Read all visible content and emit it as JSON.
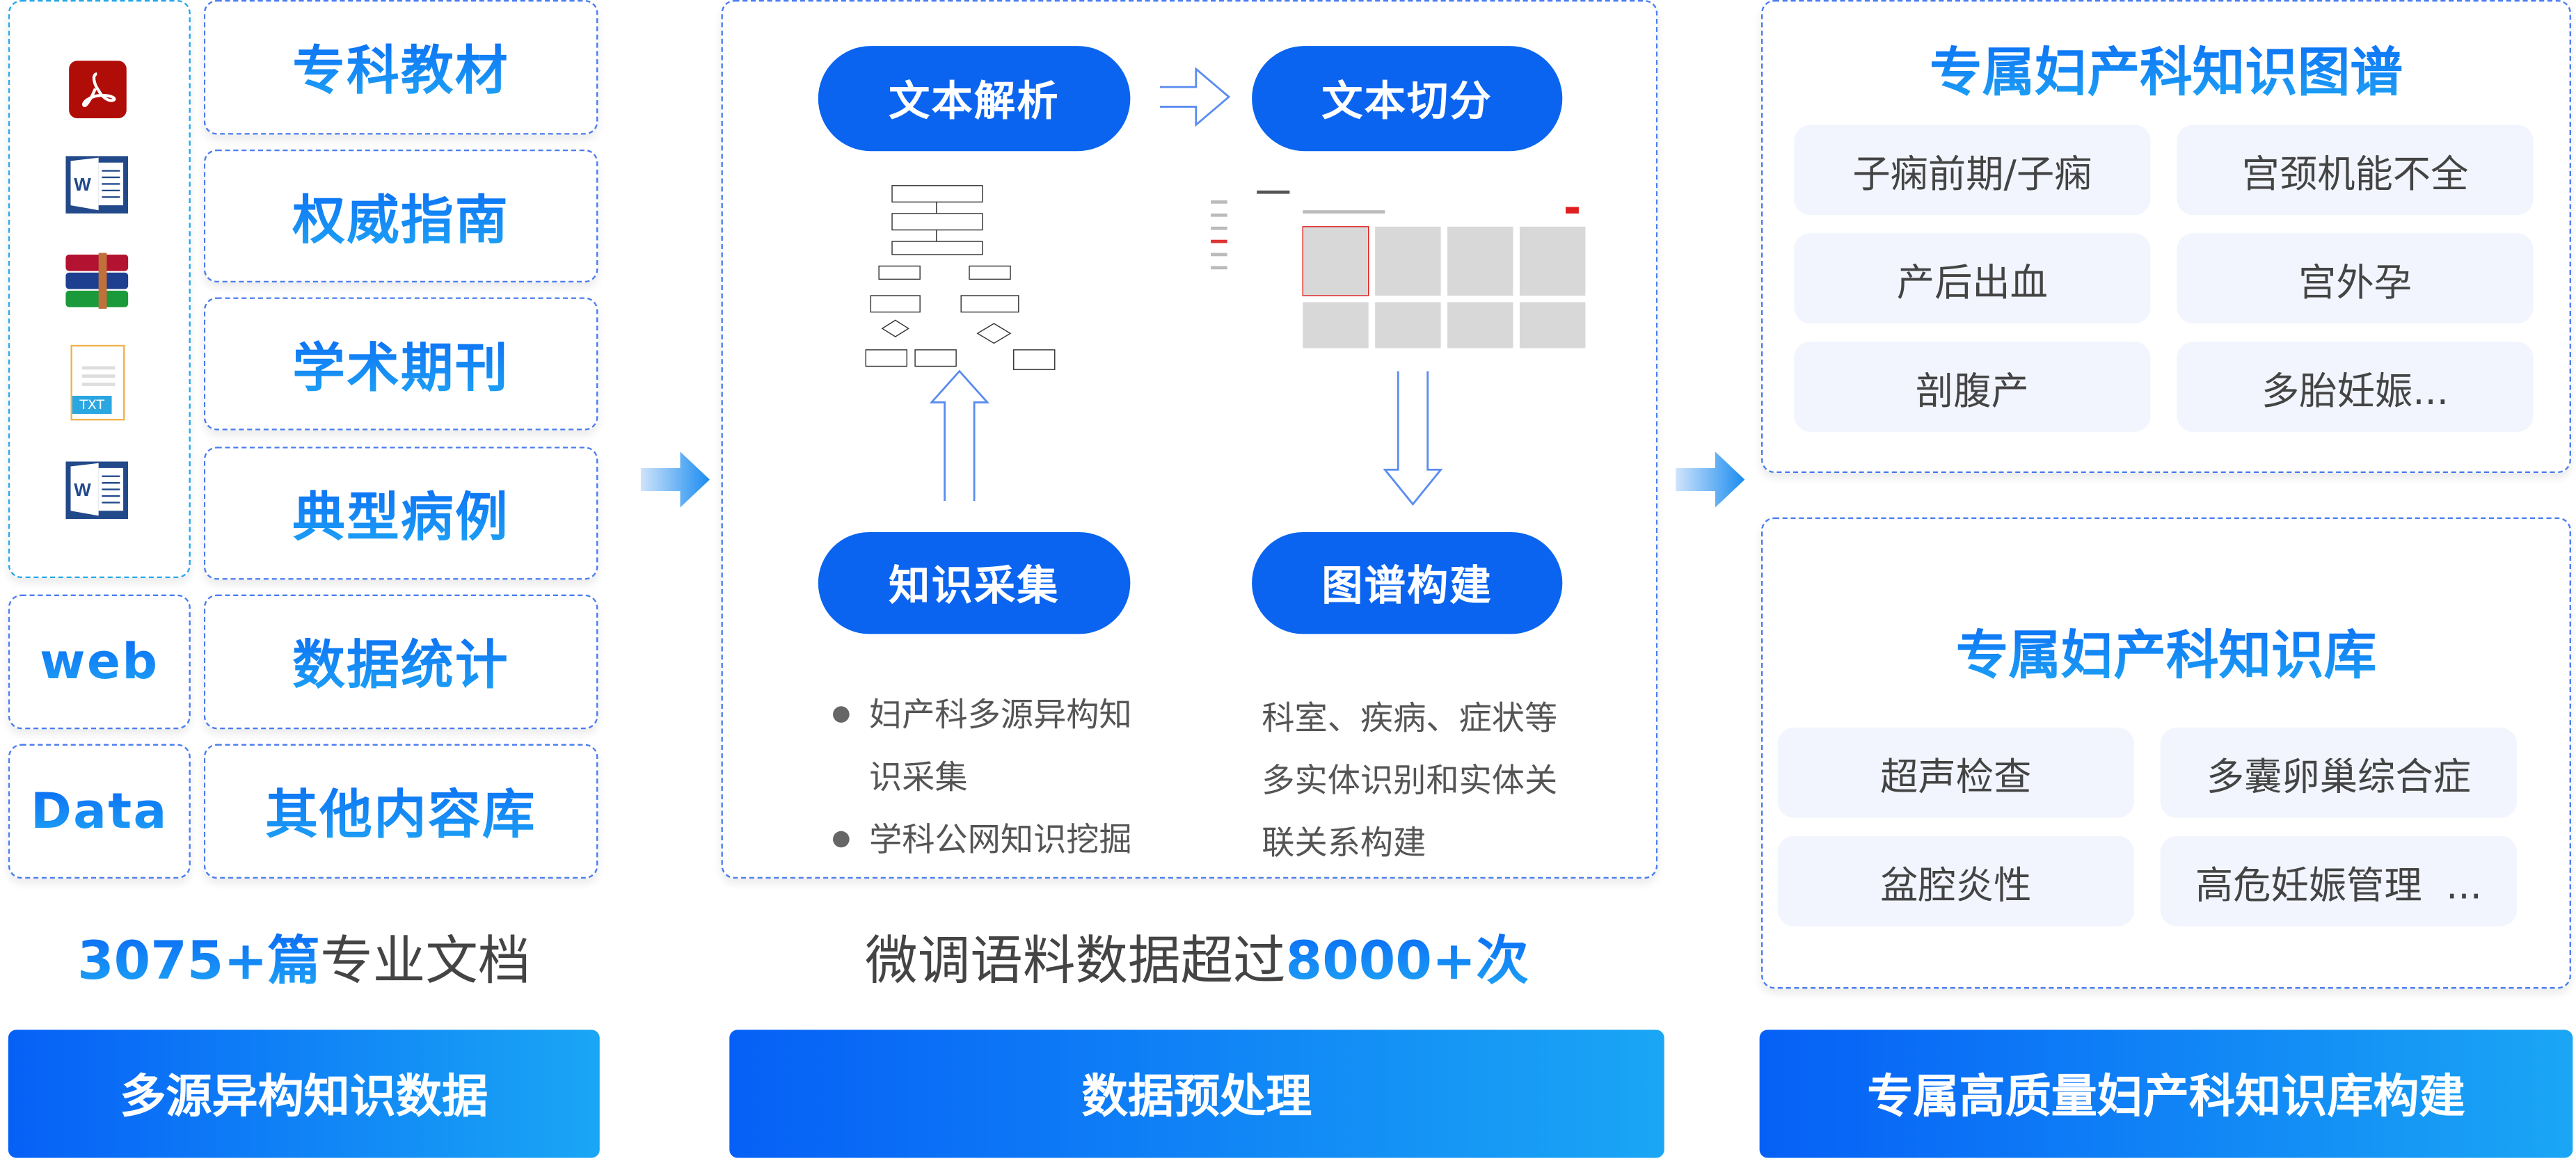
{
  "left": {
    "file_icons": [
      "pdf-icon",
      "word-icon",
      "winrar-icon",
      "txt-icon",
      "word-icon"
    ],
    "txt_label": "TXT",
    "web_label": "web",
    "data_label": "Data",
    "categories": [
      "专科教材",
      "权威指南",
      "学术期刊",
      "典型病例",
      "数据统计",
      "其他内容库"
    ],
    "stat_number": "3075+篇",
    "stat_text": "专业文档",
    "footer": "多源异构知识数据"
  },
  "middle": {
    "steps": {
      "parse": "文本解析",
      "split": "文本切分",
      "collect": "知识采集",
      "graph": "图谱构建"
    },
    "collect_bullets": [
      "妇产科多源异构知识采集",
      "学科公网知识挖掘"
    ],
    "graph_desc": "科室、疾病、症状等多实体识别和实体关联关系构建",
    "stat_text": "微调语料数据超过",
    "stat_number": "8000+次",
    "footer": "数据预处理"
  },
  "right": {
    "graph_title": "专属妇产科知识图谱",
    "graph_tags": [
      "子痫前期/子痫",
      "宫颈机能不全",
      "产后出血",
      "宫外孕",
      "剖腹产",
      "多胎妊娠..."
    ],
    "kb_title": "专属妇产科知识库",
    "kb_tags": [
      "超声检查",
      "多囊卵巢综合症",
      "盆腔炎性",
      "高危妊娠管理  ..."
    ],
    "footer": "专属高质量妇产科知识库构建"
  },
  "colors": {
    "primary": "#0a64f0",
    "accent": "#1fa6f5",
    "tag_bg": "#f2f5fd"
  }
}
